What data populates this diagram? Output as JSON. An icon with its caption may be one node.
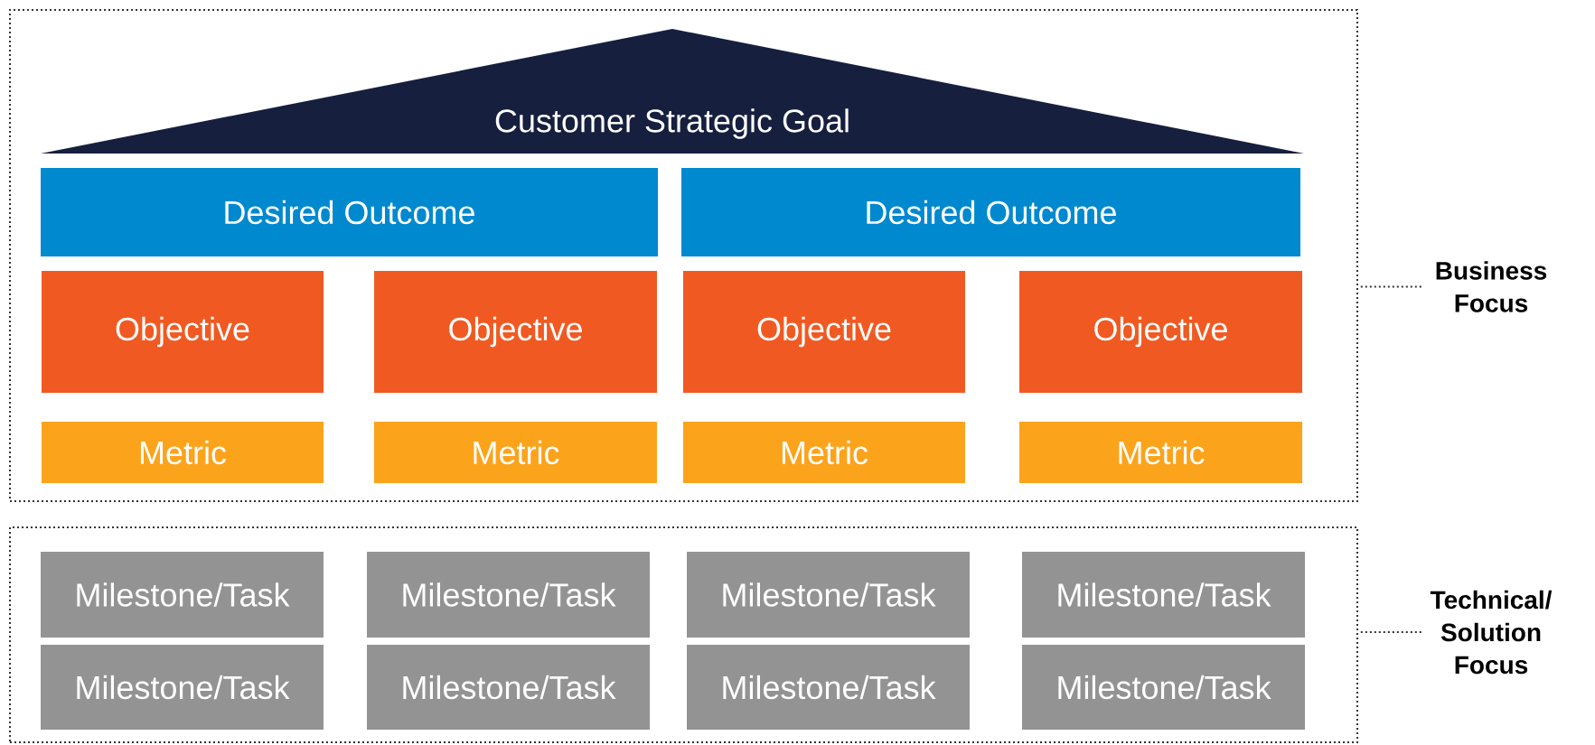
{
  "diagram": {
    "nodes": [
      {
        "text": [],
        "shape": "box"
      },
      {
        "text": [
          "Customer Strategic Goal"
        ],
        "in": 0
      },
      {
        "text": [
          "Desired Outcome"
        ],
        "in": 0
      },
      {
        "text": [
          "Desired Outcome"
        ],
        "in": 0
      },
      {
        "text": [
          "Objective"
        ],
        "in": 0
      },
      {
        "text": [
          "Objective"
        ],
        "in": 0
      },
      {
        "text": [
          "Objective"
        ],
        "in": 0
      },
      {
        "text": [
          "Objective"
        ],
        "in": 0
      },
      {
        "text": [
          "Metric"
        ],
        "in": 0
      },
      {
        "text": [
          "Metric"
        ],
        "in": 0
      },
      {
        "text": [
          "Metric"
        ],
        "in": 0
      },
      {
        "text": [
          "Metric"
        ],
        "in": 0
      },
      {
        "text": [],
        "shape": "box"
      },
      {
        "text": [
          "Milestone/Task"
        ],
        "in": 12
      },
      {
        "text": [
          "Milestone/Task"
        ],
        "in": 12
      },
      {
        "text": [
          "Milestone/Task"
        ],
        "in": 12
      },
      {
        "text": [
          "Milestone/Task"
        ],
        "in": 12
      },
      {
        "text": [
          "Milestone/Task"
        ],
        "in": 12
      },
      {
        "text": [
          "Milestone/Task"
        ],
        "in": 12
      },
      {
        "text": [
          "Milestone/Task"
        ],
        "in": 12
      },
      {
        "text": [
          "Milestone/Task"
        ],
        "in": 12
      },
      {
        "text": [
          "Business Focus"
        ]
      },
      {
        "text": [
          "Technical/ Solution Focus"
        ]
      }
    ],
    "edges": [
      {
        "from": 21,
        "to": 0,
        "arrow": "none",
        "style": "dashed"
      },
      {
        "from": 22,
        "to": 12,
        "arrow": "none",
        "style": "dashed"
      }
    ]
  }
}
